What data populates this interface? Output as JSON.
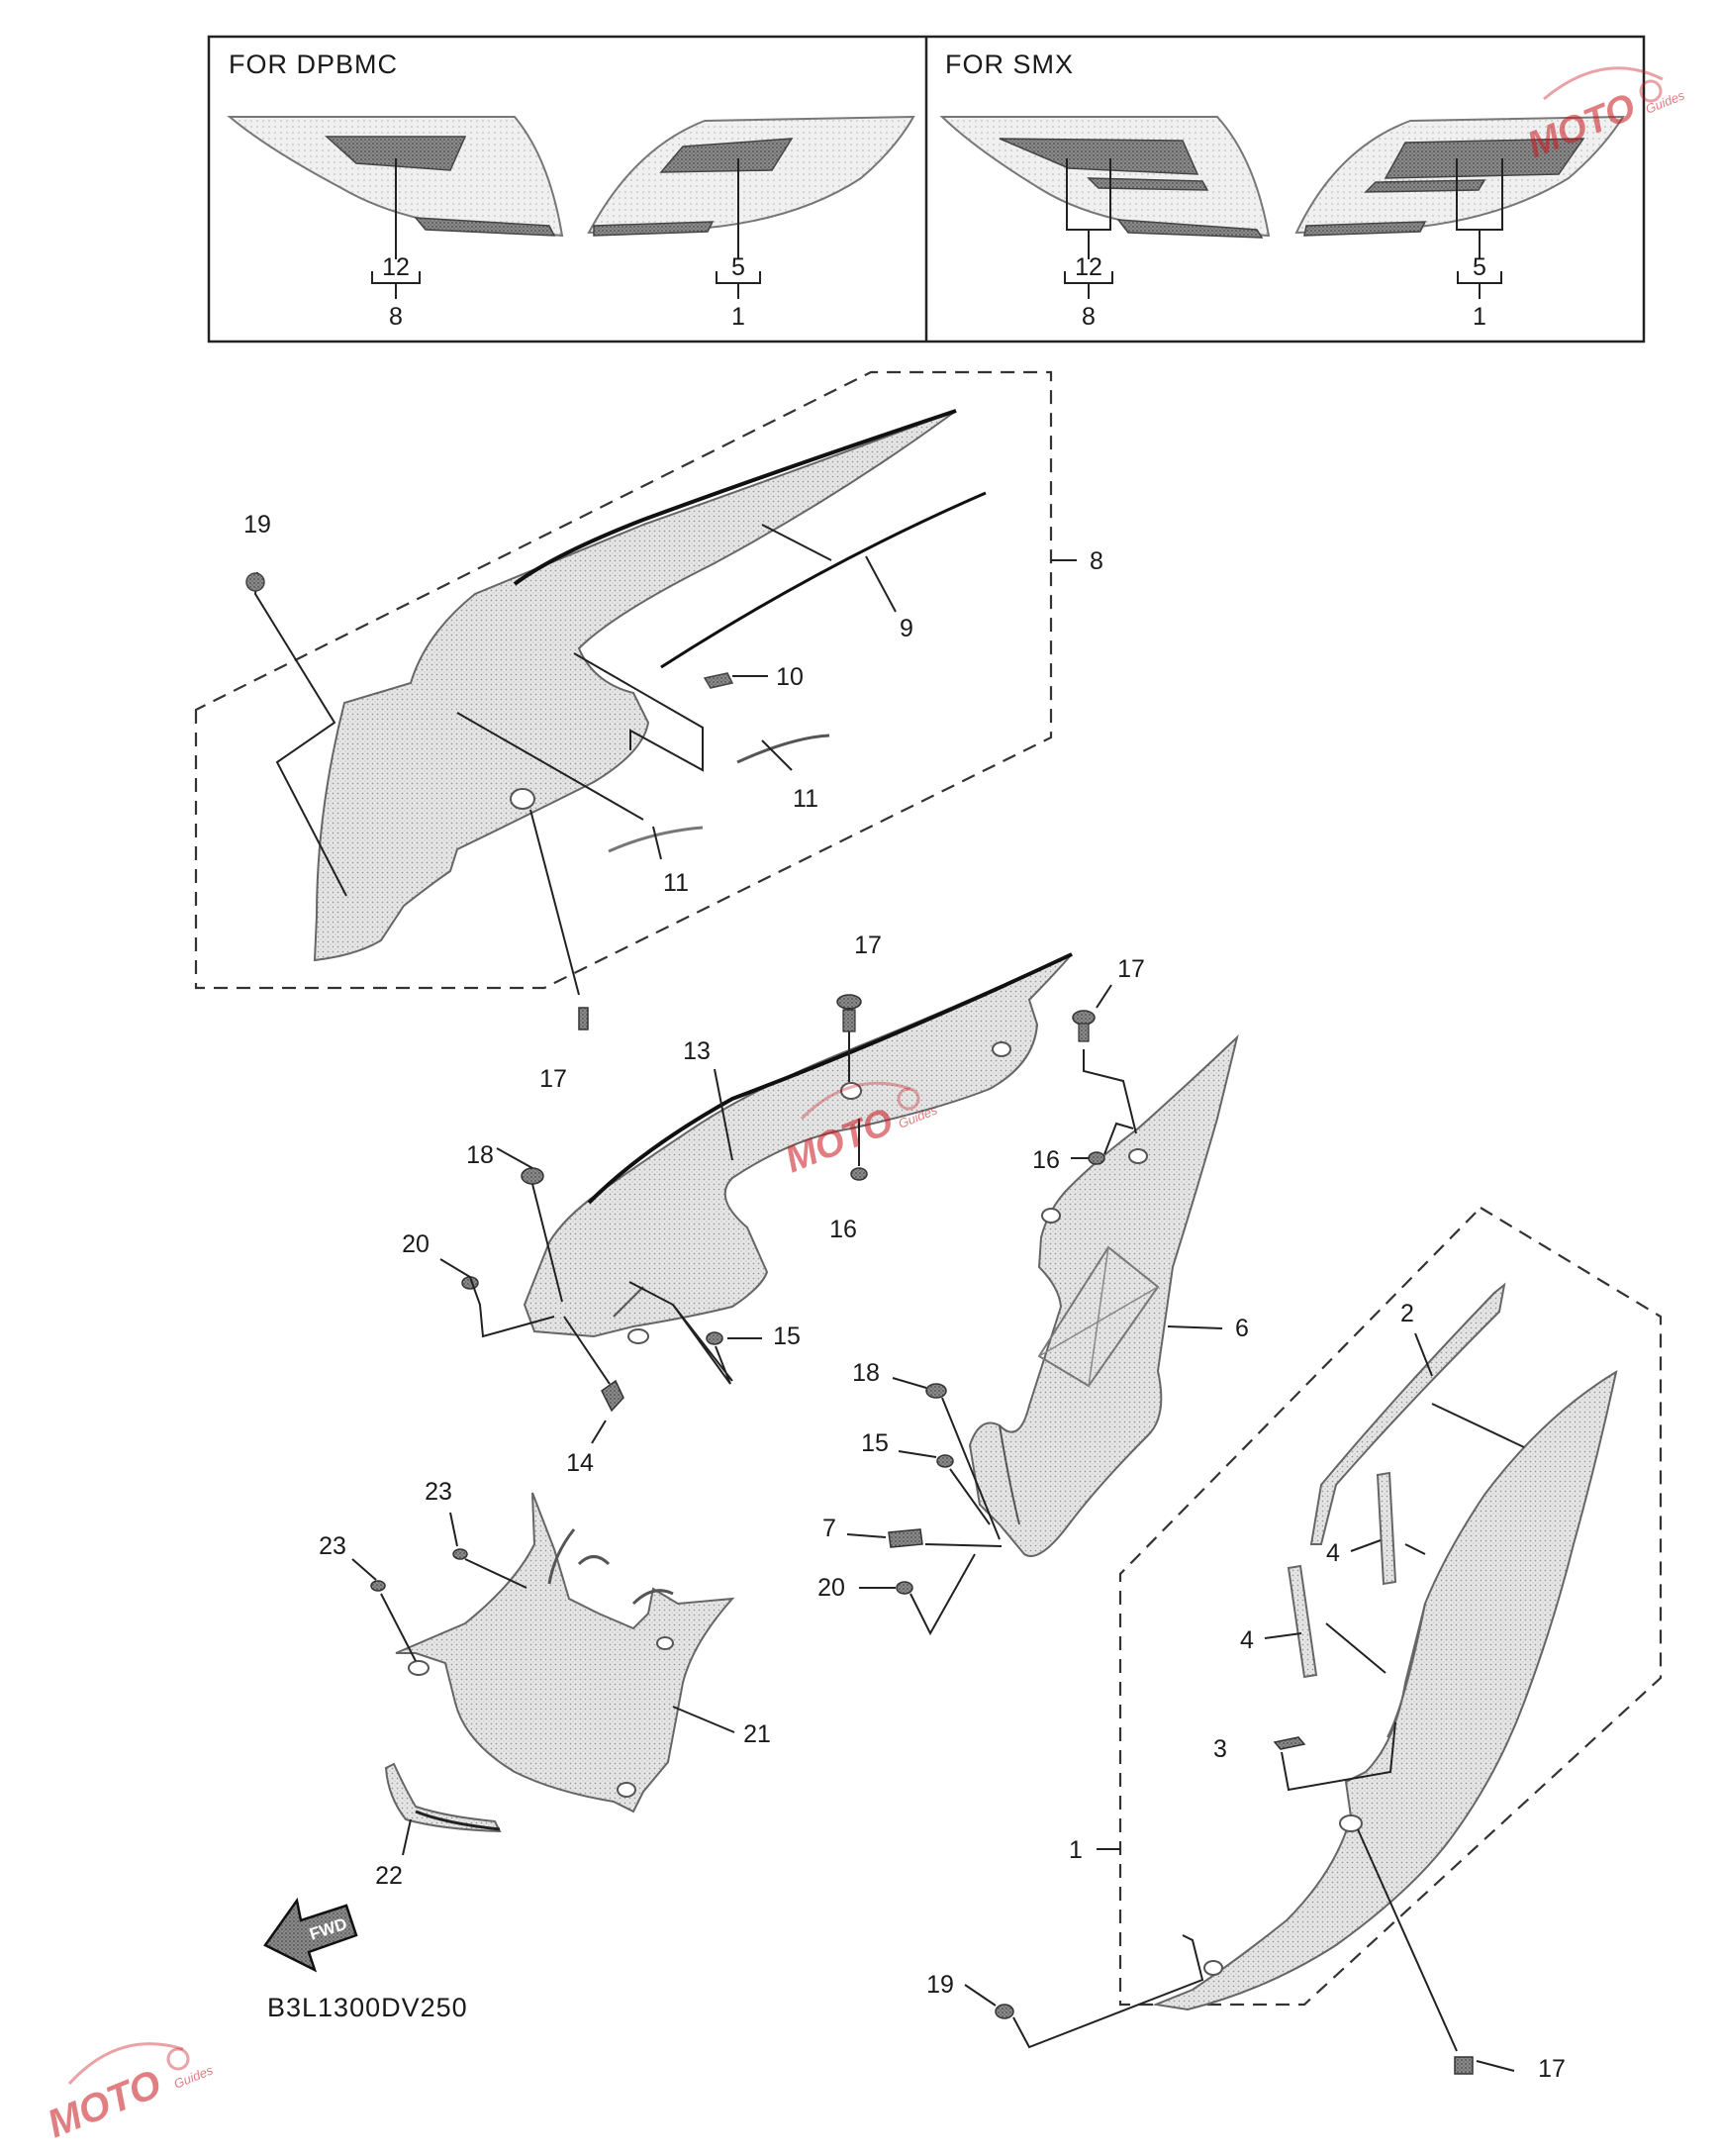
{
  "inset": {
    "left_title": "FOR DPBMC",
    "right_title": "FOR SMX",
    "labels": {
      "l12": "12",
      "l8": "8",
      "l5": "5",
      "l1": "1",
      "r12": "12",
      "r8": "8",
      "r5": "5",
      "r1": "1"
    }
  },
  "callouts": {
    "c19a": "19",
    "c8": "8",
    "c9": "9",
    "c10": "10",
    "c11a": "11",
    "c11b": "11",
    "c17a": "17",
    "c17b": "17",
    "c17c": "17",
    "c13": "13",
    "c18a": "18",
    "c16a": "16",
    "c16b": "16",
    "c20a": "20",
    "c15a": "15",
    "c6": "6",
    "c14": "14",
    "c18b": "18",
    "c15b": "15",
    "c7": "7",
    "c20b": "20",
    "c2": "2",
    "c4a": "4",
    "c4b": "4",
    "c3": "3",
    "c1": "1",
    "c23a": "23",
    "c23b": "23",
    "c21": "21",
    "c22": "22",
    "c19b": "19",
    "c17d": "17"
  },
  "fwd_label": "FWD",
  "diagram_code": "B3L1300DV250",
  "watermark": {
    "brand": "MOTO",
    "sub": "Guides"
  },
  "colors": {
    "line": "#222222",
    "watermark": "#c8161d"
  }
}
